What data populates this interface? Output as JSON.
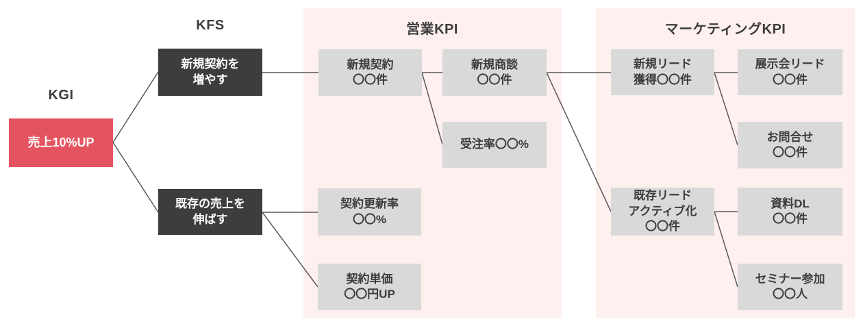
{
  "headers": {
    "kgi": "KGI",
    "kfs": "KFS",
    "sales": "営業KPI",
    "marketing": "マーケティングKPI"
  },
  "nodes": {
    "kgi": {
      "label": "売上10%UP"
    },
    "kfs_new_contracts": {
      "label": "新規契約を\n増やす"
    },
    "kfs_existing_sales": {
      "label": "既存の売上を\n伸ばす"
    },
    "sales_new_contracts": {
      "label": "新規契約\n〇〇件"
    },
    "sales_new_deals": {
      "label": "新規商談\n〇〇件"
    },
    "sales_win_rate": {
      "label": "受注率〇〇%"
    },
    "sales_renewal_rate": {
      "label": "契約更新率\n〇〇%"
    },
    "sales_unit_price": {
      "label": "契約単価\n〇〇円UP"
    },
    "mkt_new_leads": {
      "label": "新規リード\n獲得〇〇件"
    },
    "mkt_expo_leads": {
      "label": "展示会リード\n〇〇件"
    },
    "mkt_inquiries": {
      "label": "お問合せ\n〇〇件"
    },
    "mkt_existing_leads_activation": {
      "label": "既存リード\nアクティブ化\n〇〇件"
    },
    "mkt_document_downloads": {
      "label": "資料DL\n〇〇件"
    },
    "mkt_seminar_attendees": {
      "label": "セミナー参加\n〇〇人"
    }
  },
  "edges": [
    {
      "from": "kgi",
      "to": "kfs_new_contracts"
    },
    {
      "from": "kgi",
      "to": "kfs_existing_sales"
    },
    {
      "from": "kfs_new_contracts",
      "to": "sales_new_contracts"
    },
    {
      "from": "sales_new_contracts",
      "to": "sales_new_deals"
    },
    {
      "from": "sales_new_contracts",
      "to": "sales_win_rate"
    },
    {
      "from": "sales_new_deals",
      "to": "mkt_new_leads"
    },
    {
      "from": "sales_new_deals",
      "to": "mkt_existing_leads_activation"
    },
    {
      "from": "kfs_existing_sales",
      "to": "sales_renewal_rate"
    },
    {
      "from": "kfs_existing_sales",
      "to": "sales_unit_price"
    },
    {
      "from": "mkt_new_leads",
      "to": "mkt_expo_leads"
    },
    {
      "from": "mkt_new_leads",
      "to": "mkt_inquiries"
    },
    {
      "from": "mkt_existing_leads_activation",
      "to": "mkt_document_downloads"
    },
    {
      "from": "mkt_existing_leads_activation",
      "to": "mkt_seminar_attendees"
    }
  ],
  "colors": {
    "kgi_box": "#e45460",
    "kfs_box": "#3d3d3d",
    "kpi_box": "#d9d9d9",
    "panel_bg": "#fdf0ee",
    "line_color": "#595959",
    "text_dark": "#3c3c3c",
    "text_light": "#ffffff",
    "page_bg": "#ffffff"
  }
}
